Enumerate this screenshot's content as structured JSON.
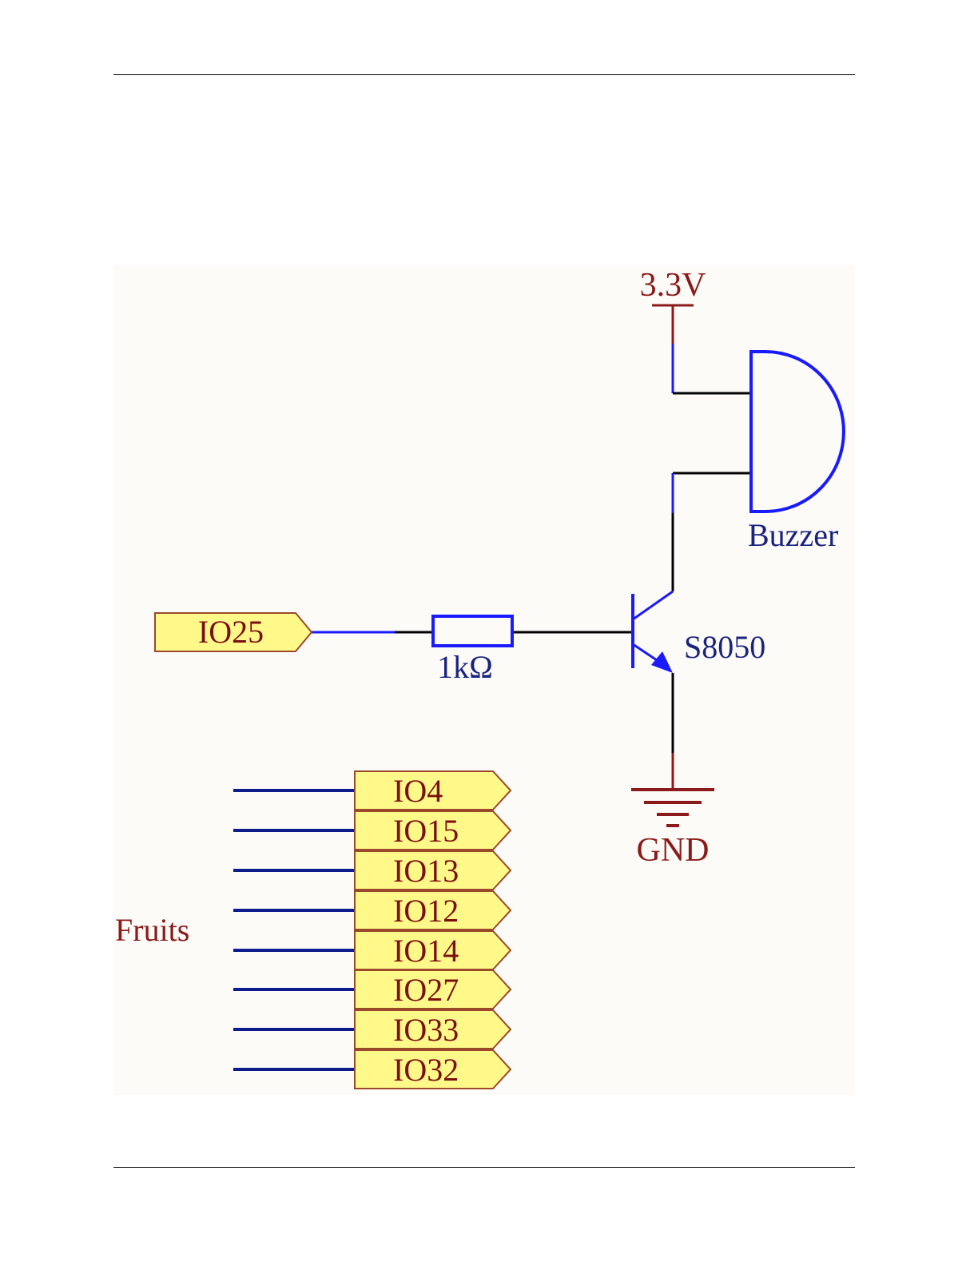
{
  "colors": {
    "background": "#fdfbf8",
    "wire": "#000000",
    "component": "#1a1aff",
    "net_wire": "#0d1b8c",
    "power": "#8b1a1a",
    "port_fill": "#fff98a",
    "port_stroke": "#9a4a2a"
  },
  "power": {
    "supply_label": "3.3V",
    "ground_label": "GND"
  },
  "components": {
    "buzzer_label": "Buzzer",
    "transistor_label": "S8050",
    "resistor_label": "1kΩ"
  },
  "input_port": {
    "label": "IO25"
  },
  "fruits": {
    "group_label": "Fruits",
    "ports": [
      "IO4",
      "IO15",
      "IO13",
      "IO12",
      "IO14",
      "IO27",
      "IO33",
      "IO32"
    ]
  }
}
